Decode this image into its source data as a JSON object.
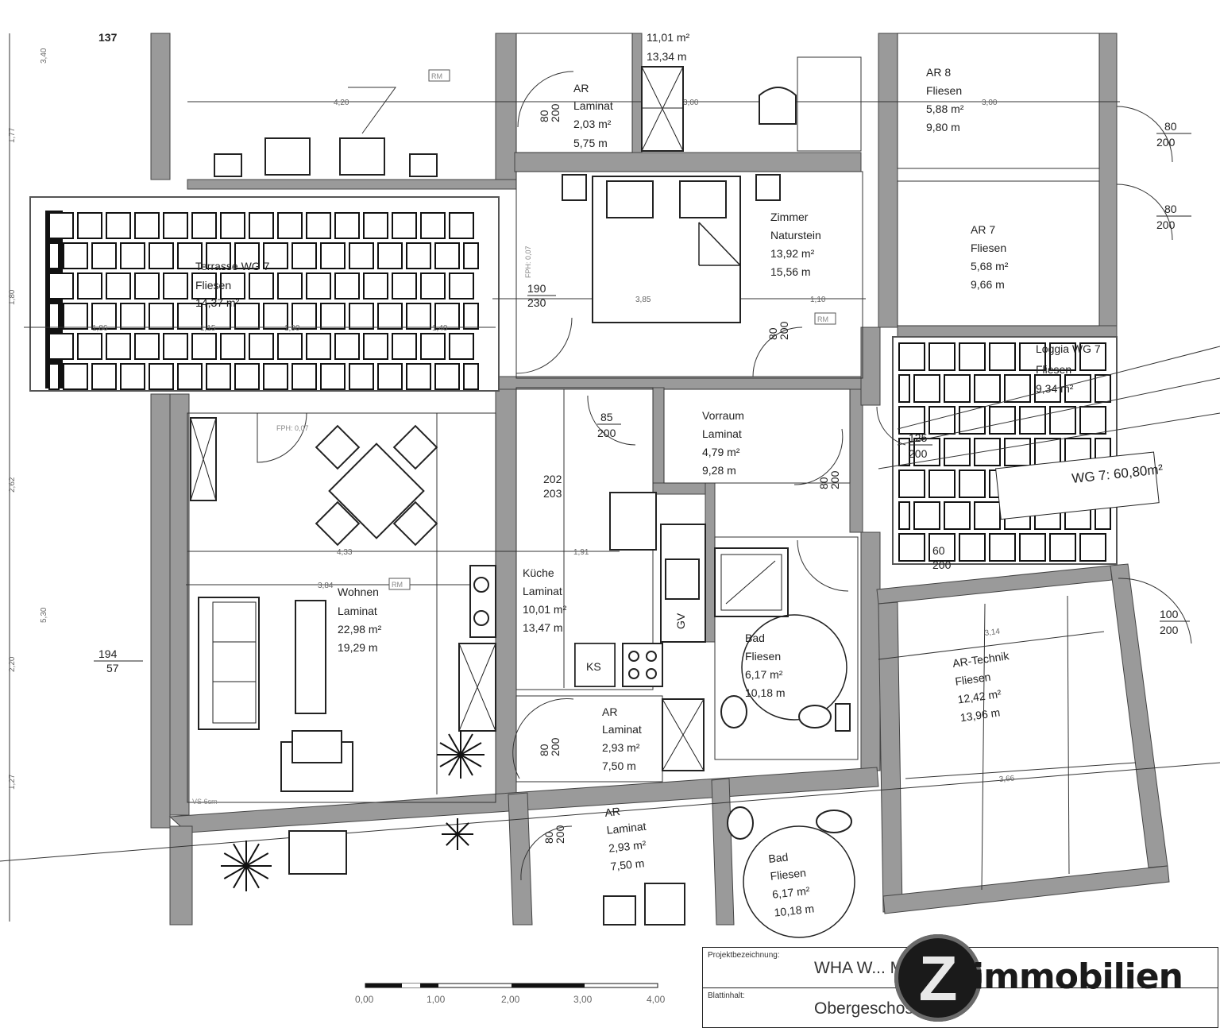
{
  "plan_number_top": "137",
  "rooms": {
    "terrasse": {
      "name": "Terrasse WG 7",
      "floor": "Fliesen",
      "area": "14,37 m²"
    },
    "wohnen": {
      "name": "Wohnen",
      "floor": "Laminat",
      "area": "22,98 m²",
      "perimeter": "19,29 m"
    },
    "zimmer": {
      "name": "Zimmer",
      "floor": "Naturstein",
      "area": "13,92 m²",
      "perimeter": "15,56 m"
    },
    "ar_top": {
      "name": "AR",
      "floor": "Laminat",
      "area": "2,03 m²",
      "perimeter": "5,75 m"
    },
    "ar8": {
      "name": "AR 8",
      "floor": "Fliesen",
      "area": "5,88 m²",
      "perimeter": "9,80 m"
    },
    "ar7": {
      "name": "AR 7",
      "floor": "Fliesen",
      "area": "5,68 m²",
      "perimeter": "9,66 m"
    },
    "loggia": {
      "name": "Loggia WG 7",
      "floor": "Fliesen",
      "area": "9,34 m²"
    },
    "vorraum": {
      "name": "Vorraum",
      "floor": "Laminat",
      "area": "4,79 m²",
      "perimeter": "9,28 m"
    },
    "kueche": {
      "name": "Küche",
      "floor": "Laminat",
      "area": "10,01 m²",
      "perimeter": "13,47 m"
    },
    "bad": {
      "name": "Bad",
      "floor": "Fliesen",
      "area": "6,17 m²",
      "perimeter": "10,18 m"
    },
    "ar_mid": {
      "name": "AR",
      "floor": "Laminat",
      "area": "2,93 m²",
      "perimeter": "7,50 m"
    },
    "ar_technik": {
      "name": "AR-Technik",
      "floor": "Fliesen",
      "area": "12,42 m²",
      "perimeter": "13,96 m"
    },
    "ar_low": {
      "name": "AR",
      "floor": "Laminat",
      "area": "2,93 m²",
      "perimeter": "7,50 m"
    },
    "bad_low": {
      "name": "Bad",
      "floor": "Fliesen",
      "area": "6,17 m²",
      "perimeter": "10,18 m"
    },
    "upper_partial": {
      "area": "11,01 m²",
      "perimeter": "13,34 m"
    }
  },
  "unit_label": "WG 7: 60,80m²",
  "window_label": {
    "width": "194",
    "height": "57"
  },
  "appliance_labels": {
    "ks": "KS",
    "gv": "GV",
    "rm": "RM"
  },
  "door_labels": [
    {
      "w": "80",
      "h": "200"
    },
    {
      "w": "80",
      "h": "200"
    },
    {
      "w": "80",
      "h": "200"
    },
    {
      "w": "85",
      "h": "200"
    },
    {
      "w": "202",
      "h": "203"
    },
    {
      "w": "80",
      "h": "200"
    },
    {
      "w": "125",
      "h": "200"
    },
    {
      "w": "100",
      "h": "200"
    },
    {
      "w": "190",
      "h": "230"
    },
    {
      "w": "80",
      "h": "200"
    },
    {
      "w": "60",
      "h": "200"
    },
    {
      "w": "80",
      "h": "200"
    },
    {
      "w": "80",
      "h": "200"
    }
  ],
  "dimensions": {
    "d_420": "4,20",
    "d_300a": "3,00",
    "d_300b": "3,00",
    "d_385": "3,85",
    "d_110": "1,10",
    "d_433": "4,33",
    "d_191": "1,91",
    "d_384": "3,84",
    "d_314": "3,14",
    "d_366": "3,66",
    "d_186": "1,86",
    "d_115": "1,15",
    "d_190": "1,90",
    "d_140": "1,40",
    "left_340": "3,40",
    "left_177": "1,77",
    "left_180": "1,80",
    "left_262": "2,62",
    "left_530": "5,30",
    "left_220": "2,20",
    "left_127": "1,27",
    "fph_007": "FPH: 0,07",
    "fph_007b": "FPH: 0,07",
    "vs": "VS 6cm"
  },
  "scale_bar": {
    "ticks": [
      "0,00",
      "1,00",
      "2,00",
      "3,00",
      "4,00"
    ]
  },
  "title_block": {
    "project_key": "Projektbezeichnung:",
    "project_value": "WHA W... Mühlhof",
    "sheet_key": "Blattinhalt:",
    "sheet_value": "Obergeschoss Top 7"
  },
  "logo": {
    "mark": "Z",
    "text": "immobilien"
  }
}
